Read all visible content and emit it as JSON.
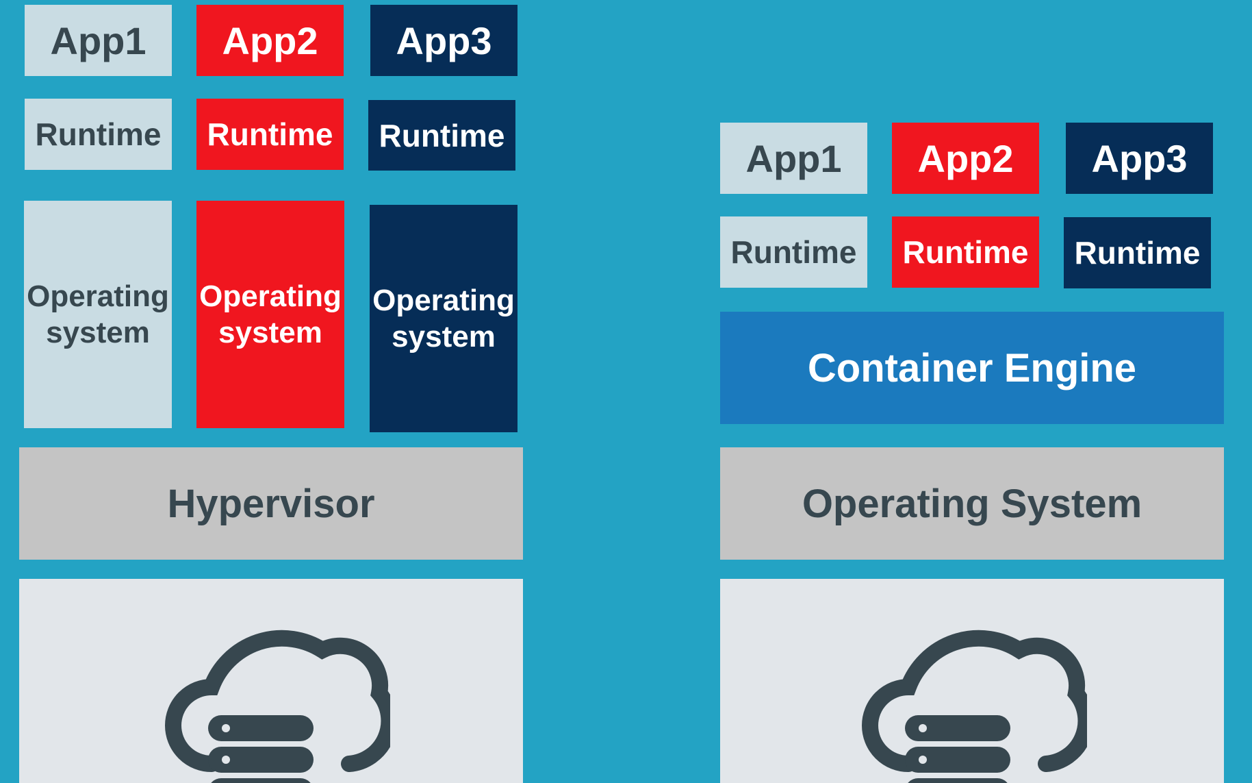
{
  "colors": {
    "background": "#23A3C4",
    "light": "#C9DCE3",
    "red": "#F0161F",
    "navy": "#062D57",
    "grey": "#C4C4C4",
    "engine": "#1B7ABE",
    "panel": "#E2E6EA",
    "dark_text": "#37474F"
  },
  "vm_stack": {
    "apps": [
      "App1",
      "App2",
      "App3"
    ],
    "runtimes": [
      "Runtime",
      "Runtime",
      "Runtime"
    ],
    "guest_os": [
      "Operating\nsystem",
      "Operating\nsystem",
      "Operating\nsystem"
    ],
    "hypervisor": "Hypervisor",
    "infrastructure_icon": "cloud-server-icon"
  },
  "container_stack": {
    "apps": [
      "App1",
      "App2",
      "App3"
    ],
    "runtimes": [
      "Runtime",
      "Runtime",
      "Runtime"
    ],
    "container_engine": "Container Engine",
    "host_os": "Operating System",
    "infrastructure_icon": "cloud-server-icon"
  }
}
